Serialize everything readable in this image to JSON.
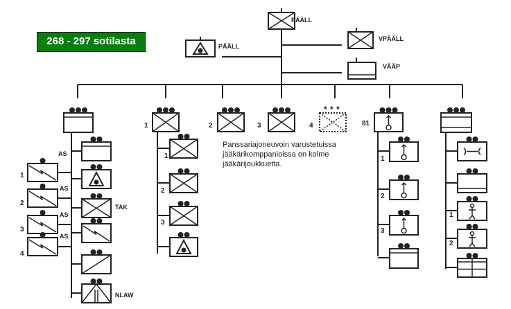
{
  "badge": {
    "text": "268 - 297 sotilasta",
    "color": "#0a7d10"
  },
  "hq": {
    "commander": {
      "label": "PÄÄLL",
      "symbol": "infantry"
    },
    "deputy": {
      "label": "VPÄÄLL",
      "symbol": "infantry"
    },
    "sergeant_major": {
      "label": "VÄÄP",
      "symbol": "supply"
    },
    "fire_observer": {
      "label": "PÄÄLL",
      "symbol": "observer"
    }
  },
  "note": {
    "lines": [
      "Panssariajoneuvoin varustetuissa",
      "jääkärikomppanioissa on kolme",
      "jääkärijoukkuetta."
    ]
  },
  "platoons": [
    {
      "id": "hq-platoon",
      "number": "",
      "symbol": "hq",
      "echelon": 3,
      "sub": [
        {
          "number": "",
          "symbol": "hq",
          "label": "",
          "echelon": 2
        },
        {
          "number": "",
          "symbol": "observer",
          "label": "",
          "echelon": 2
        },
        {
          "number": "",
          "symbol": "infantry",
          "label": "TAK",
          "echelon": 2
        },
        {
          "number": "",
          "symbol": "signal",
          "label": "",
          "echelon": 2
        },
        {
          "number": "",
          "symbol": "medical",
          "label": "",
          "echelon": 2
        },
        {
          "number": "",
          "symbol": "antitank",
          "label": "NLAW",
          "echelon": 2
        }
      ],
      "signal_squads": [
        {
          "number": "1",
          "tag": "AS"
        },
        {
          "number": "2",
          "tag": "AS"
        },
        {
          "number": "3",
          "tag": "AS"
        },
        {
          "number": "4",
          "tag": "AS"
        }
      ]
    },
    {
      "id": "platoon-1",
      "number": "1",
      "symbol": "infantry",
      "echelon": 3,
      "sub": [
        {
          "number": "1",
          "symbol": "infantry",
          "echelon": 2
        },
        {
          "number": "2",
          "symbol": "infantry",
          "echelon": 2
        },
        {
          "number": "3",
          "symbol": "infantry",
          "echelon": 2
        },
        {
          "number": "",
          "symbol": "observer",
          "echelon": 2
        }
      ]
    },
    {
      "id": "platoon-2",
      "number": "2",
      "symbol": "infantry",
      "echelon": 3
    },
    {
      "id": "platoon-3",
      "number": "3",
      "symbol": "infantry",
      "echelon": 3
    },
    {
      "id": "platoon-4",
      "number": "4",
      "symbol": "infantry-dotted",
      "echelon": 3
    },
    {
      "id": "mortar-platoon",
      "number": "81",
      "symbol": "mortar",
      "echelon": 3,
      "sub": [
        {
          "number": "1",
          "symbol": "mortar",
          "echelon": 2
        },
        {
          "number": "2",
          "symbol": "mortar",
          "echelon": 2
        },
        {
          "number": "3",
          "symbol": "mortar",
          "echelon": 2
        },
        {
          "number": "",
          "symbol": "hq",
          "echelon": 2
        }
      ]
    },
    {
      "id": "support-platoon",
      "number": "",
      "symbol": "supply",
      "echelon": 3,
      "sub": [
        {
          "number": "",
          "symbol": "maintenance",
          "echelon": 2
        },
        {
          "number": "",
          "symbol": "supply",
          "echelon": 2
        },
        {
          "number": "1",
          "symbol": "personnel",
          "echelon": 2
        },
        {
          "number": "2",
          "symbol": "personnel",
          "echelon": 2
        },
        {
          "number": "",
          "symbol": "quad",
          "echelon": 2
        }
      ]
    }
  ]
}
